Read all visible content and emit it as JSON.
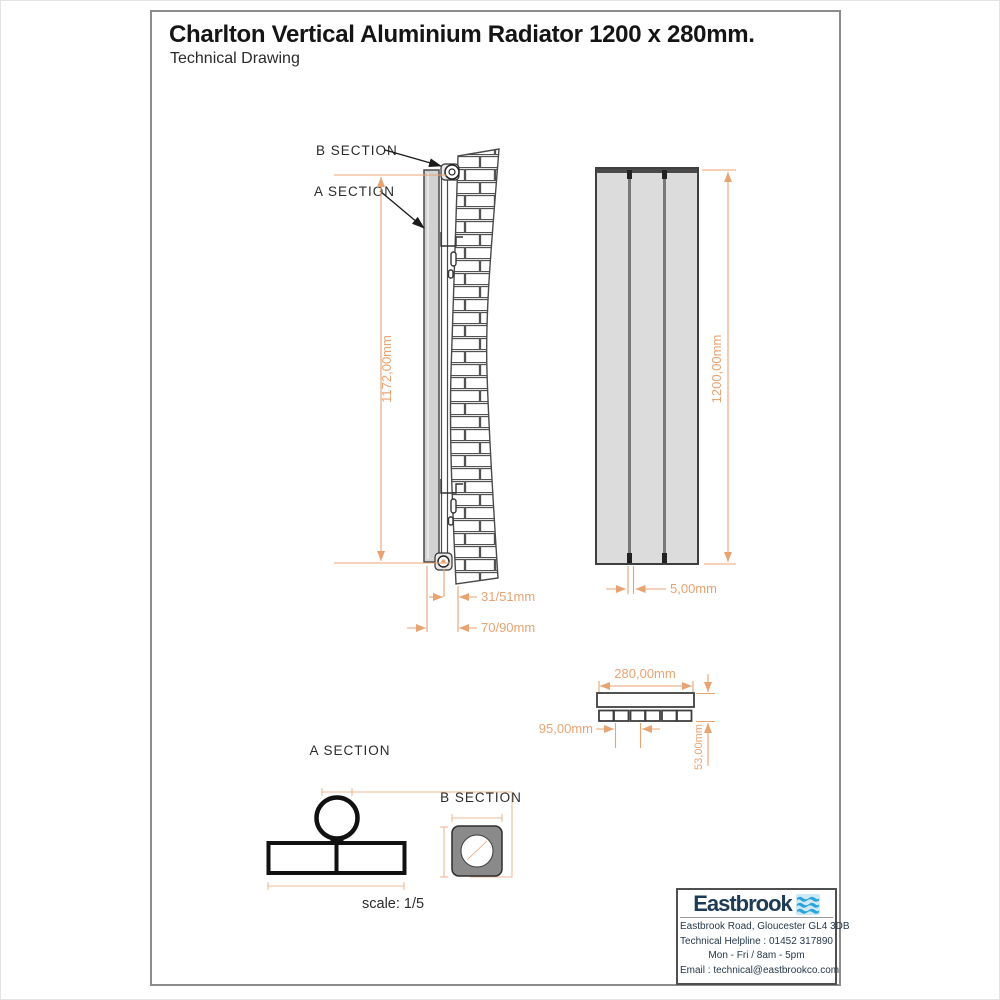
{
  "header": {
    "title": "Charlton Vertical Aluminium Radiator 1200 x 280mm.",
    "subtitle": "Technical Drawing"
  },
  "callouts": {
    "b_section": "B SECTION",
    "a_section": "A SECTION"
  },
  "dims": {
    "side_mount_height": "1172,00mm",
    "overall_height": "1200,00mm",
    "panel_gap": "5,00mm",
    "pipe_centre_to_wall": "31/51mm",
    "panel_face_to_wall": "70/90mm",
    "overall_width": "280,00mm",
    "connection_pitch": "95,00mm",
    "overall_depth": "53,00mm"
  },
  "details": {
    "a_section_title": "A SECTION",
    "b_section_title": "B SECTION",
    "scale_note": "scale: 1/5"
  },
  "footer": {
    "brand": "Eastbrook",
    "address": "Eastbrook Road, Gloucester GL4 3DB",
    "helpline": "Technical Helpline : 01452 317890",
    "hours": "Mon - Fri / 8am - 5pm",
    "email": "Email : technical@eastbrookco.com"
  },
  "colors": {
    "dimension_accent": "#e8a372",
    "drawing_line": "#4a4a4a",
    "brand_navy": "#1d3a57",
    "brand_blue": "#2aa4da"
  }
}
